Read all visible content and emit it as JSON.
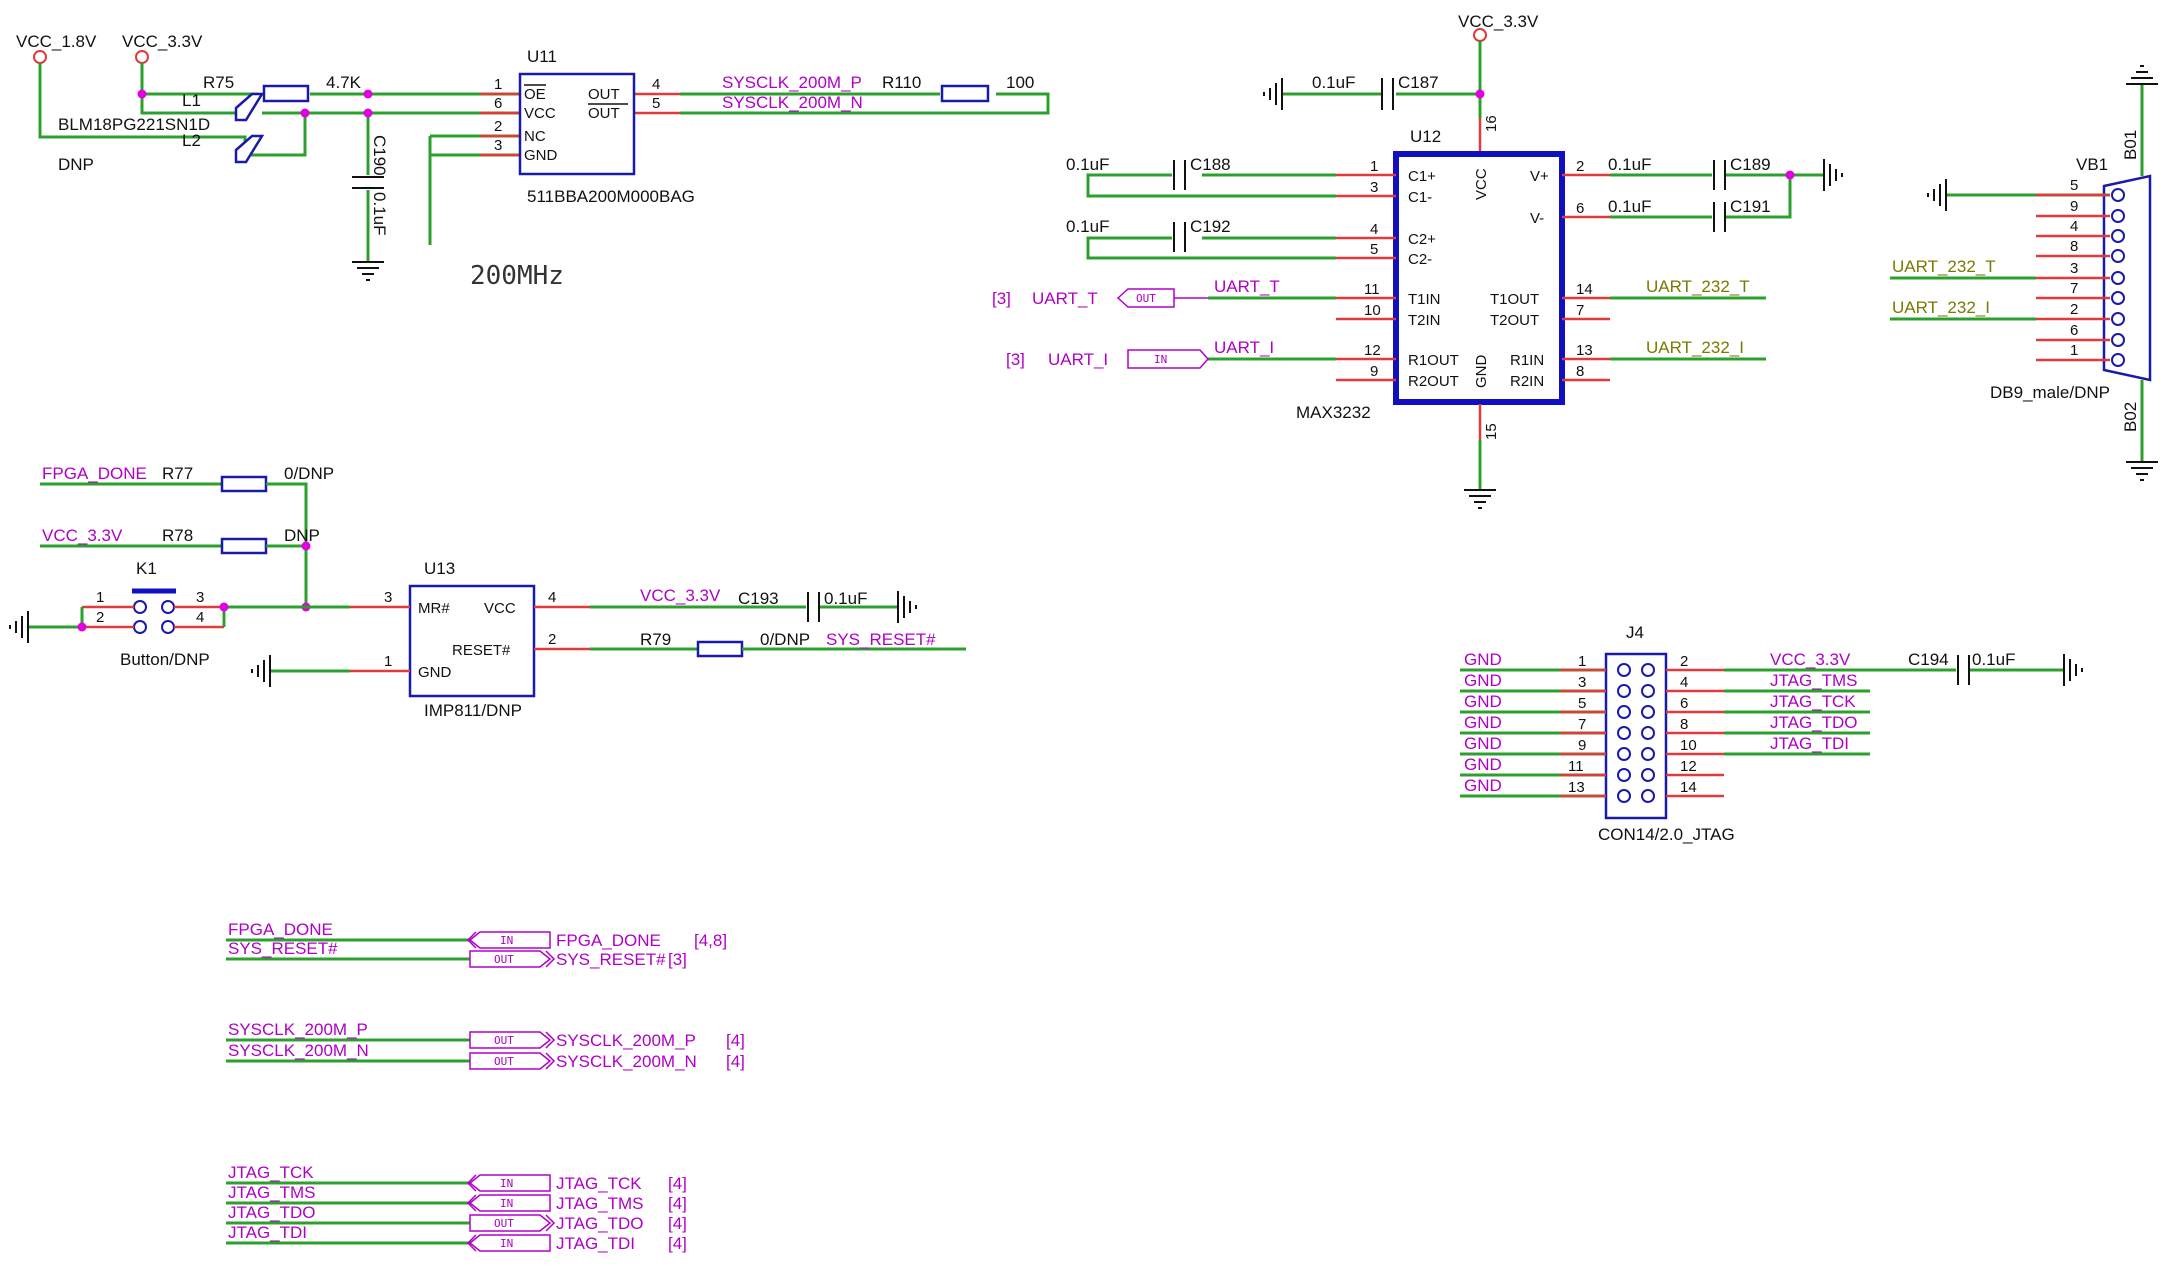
{
  "title_note": "200MHz",
  "power": {
    "vcc_1v8": "VCC_1.8V",
    "vcc_3v3": "VCC_3.3V"
  },
  "clock": {
    "R75": "R75",
    "R75_val": "4.7K",
    "L1": "L1",
    "L1_part": "BLM18PG221SN1D",
    "L2": "L2",
    "L2_part": "DNP",
    "U11": "U11",
    "U11_part": "511BBA200M000BAG",
    "U11_pins": {
      "oe": "OE",
      "vcc": "VCC",
      "nc": "NC",
      "gnd": "GND",
      "out": "OUT",
      "outn": "OUT"
    },
    "U11_nums": [
      "1",
      "6",
      "2",
      "3",
      "4",
      "5"
    ],
    "C190": "C190",
    "C190_val": "0.1uF",
    "net_p": "SYSCLK_200M_P",
    "net_n": "SYSCLK_200M_N",
    "R110": "R110",
    "R110_val": "100"
  },
  "uart": {
    "vcc": "VCC_3.3V",
    "C187": "C187",
    "C187_val": "0.1uF",
    "C188": "C188",
    "C188_val": "0.1uF",
    "C192": "C192",
    "C192_val": "0.1uF",
    "C189": "C189",
    "C189_val": "0.1uF",
    "C191": "C191",
    "C191_val": "0.1uF",
    "U12": "U12",
    "U12_part": "MAX3232",
    "left_pins": [
      "C1+",
      "C1-",
      "C2+",
      "C2-",
      "T1IN",
      "T2IN",
      "R1OUT",
      "R2OUT"
    ],
    "left_nums": [
      "1",
      "3",
      "4",
      "5",
      "11",
      "10",
      "12",
      "9"
    ],
    "right_pins": [
      "V+",
      "V-",
      "T1OUT",
      "T2OUT",
      "R1IN",
      "R2IN"
    ],
    "right_nums": [
      "2",
      "6",
      "14",
      "7",
      "13",
      "8"
    ],
    "vcc_pin": "VCC",
    "gnd_pin": "GND",
    "vcc_num": "16",
    "gnd_num": "15",
    "sheet_ref": "[3]",
    "uart_t": "UART_T",
    "uart_i": "UART_I",
    "uart_232_t": "UART_232_T",
    "uart_232_i": "UART_232_I",
    "port_out": "OUT",
    "port_in": "IN"
  },
  "db9": {
    "ref": "VB1",
    "part": "DB9_male/DNP",
    "b01": "B01",
    "b02": "B02",
    "pins": [
      "5",
      "9",
      "4",
      "8",
      "3",
      "7",
      "2",
      "6",
      "1"
    ],
    "net_t": "UART_232_T",
    "net_i": "UART_232_I"
  },
  "reset": {
    "fpga_done": "FPGA_DONE",
    "R77": "R77",
    "R77_val": "0/DNP",
    "vcc": "VCC_3.3V",
    "R78": "R78",
    "R78_val": "DNP",
    "K1": "K1",
    "K1_part": "Button/DNP",
    "K1_nums": [
      "1",
      "2",
      "3",
      "4"
    ],
    "U13": "U13",
    "U13_part": "IMP811/DNP",
    "U13_pins": {
      "mr": "MR#",
      "vcc": "VCC",
      "reset": "RESET#",
      "gnd": "GND"
    },
    "U13_nums": [
      "3",
      "4",
      "2",
      "1"
    ],
    "vcc_net": "VCC_3.3V",
    "C193": "C193",
    "C193_val": "0.1uF",
    "R79": "R79",
    "R79_val": "0/DNP",
    "sys_reset": "SYS_RESET#"
  },
  "jtag": {
    "ref": "J4",
    "part": "CON14/2.0_JTAG",
    "left_nets": [
      "GND",
      "GND",
      "GND",
      "GND",
      "GND",
      "GND",
      "GND"
    ],
    "left_nums": [
      "1",
      "3",
      "5",
      "7",
      "9",
      "11",
      "13"
    ],
    "right_nums": [
      "2",
      "4",
      "6",
      "8",
      "10",
      "12",
      "14"
    ],
    "right_nets": [
      "VCC_3.3V",
      "JTAG_TMS",
      "JTAG_TCK",
      "JTAG_TDO",
      "JTAG_TDI"
    ],
    "C194": "C194",
    "C194_val": "0.1uF"
  },
  "offpage": {
    "group1": [
      {
        "net": "FPGA_DONE",
        "dir": "IN",
        "label": "FPGA_DONE",
        "ref": "[4,8]"
      },
      {
        "net": "SYS_RESET#",
        "dir": "OUT",
        "label": "SYS_RESET#",
        "ref": "[3]"
      }
    ],
    "group2": [
      {
        "net": "SYSCLK_200M_P",
        "dir": "OUT",
        "label": "SYSCLK_200M_P",
        "ref": "[4]"
      },
      {
        "net": "SYSCLK_200M_N",
        "dir": "OUT",
        "label": "SYSCLK_200M_N",
        "ref": "[4]"
      }
    ],
    "group3": [
      {
        "net": "JTAG_TCK",
        "dir": "IN",
        "label": "JTAG_TCK",
        "ref": "[4]"
      },
      {
        "net": "JTAG_TMS",
        "dir": "IN",
        "label": "JTAG_TMS",
        "ref": "[4]"
      },
      {
        "net": "JTAG_TDO",
        "dir": "OUT",
        "label": "JTAG_TDO",
        "ref": "[4]"
      },
      {
        "net": "JTAG_TDI",
        "dir": "IN",
        "label": "JTAG_TDI",
        "ref": "[4]"
      }
    ]
  }
}
